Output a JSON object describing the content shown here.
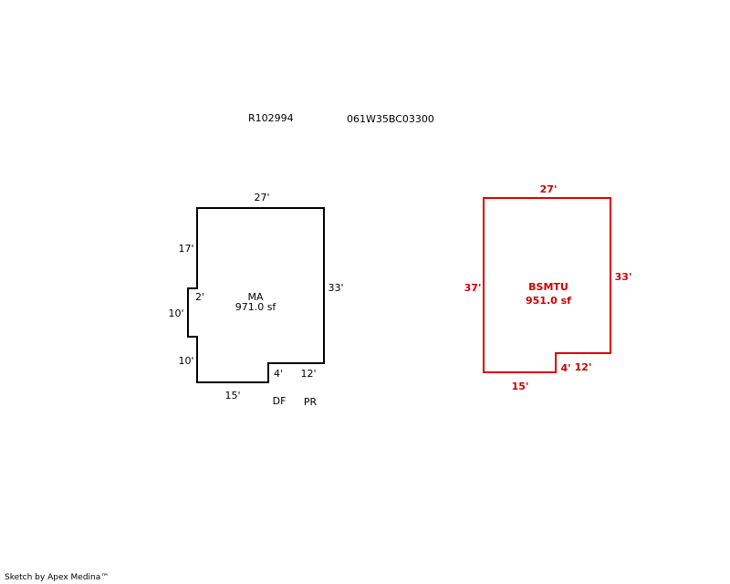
{
  "header": {
    "parcel_id": "R102994",
    "map_number": "061W35BC03300"
  },
  "main_area": {
    "code": "MA",
    "area": "971.0 sf",
    "dims": {
      "top": "27'",
      "right": "33'",
      "left_upper": "17'",
      "notch_depth": "2'",
      "notch_height": "10'",
      "left_lower": "10'",
      "bottom_left": "15'",
      "step": "4'",
      "bottom_right": "12'"
    },
    "annotations": {
      "df": "DF",
      "pr": "PR"
    },
    "stroke_color": "#000000"
  },
  "basement": {
    "code": "BSMTU",
    "area": "951.0 sf",
    "dims": {
      "top": "27'",
      "right": "33'",
      "left": "37'",
      "bottom_left": "15'",
      "step": "4'",
      "bottom_right": "12'"
    },
    "stroke_color": "#dd0000"
  },
  "footer": {
    "credit": "Sketch by Apex Medina™"
  }
}
